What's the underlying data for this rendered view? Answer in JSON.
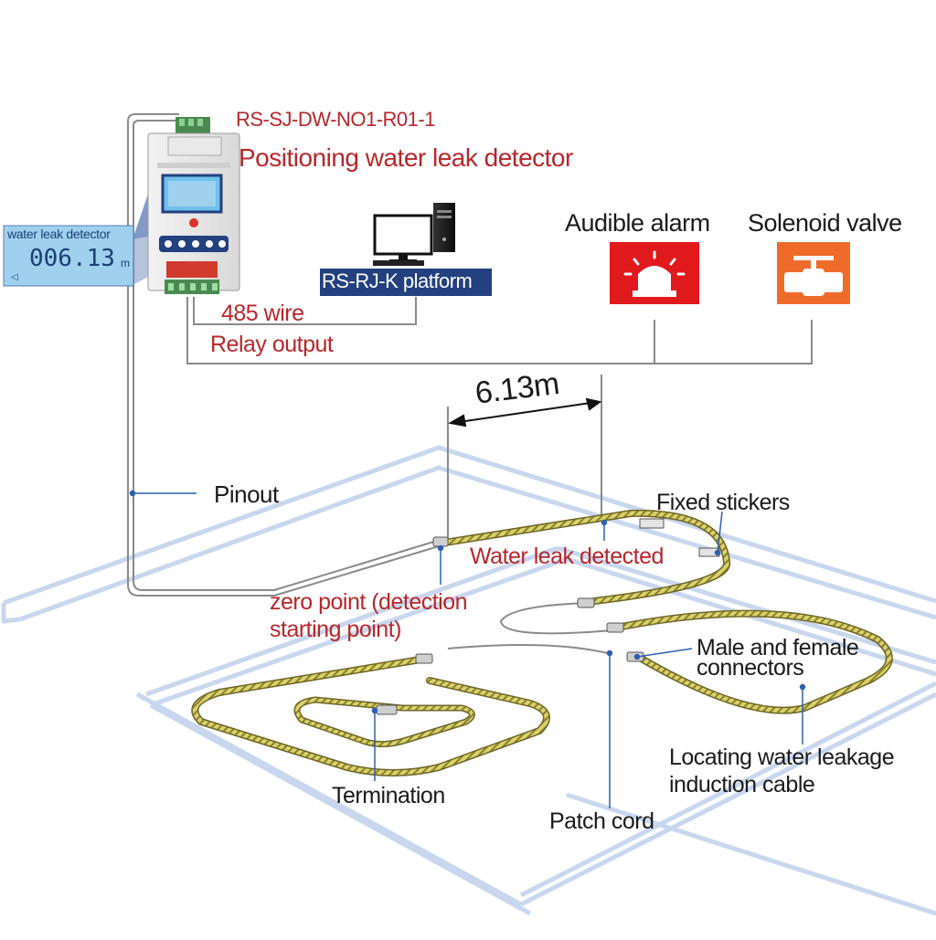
{
  "colors": {
    "label_red": "#b8262a",
    "label_black": "#1a1a1a",
    "floor_lines": "#c9d7ee",
    "sensor_cable": "#d9d36a",
    "wire_gray": "#8a8a8a",
    "leader_blue": "#2f5fb3",
    "alarm_red": "#e0191c",
    "valve_orange": "#ef6b2a",
    "platform_navy": "#23407f",
    "lcd_blue": "#9fd1ef"
  },
  "device": {
    "model": "RS-SJ-DW-NO1-R01-1",
    "name": "Positioning water leak detector",
    "zoom_title": "water leak detector",
    "zoom_reading": "006.13",
    "zoom_unit": "m",
    "icon": "water-leak-detector-device"
  },
  "platform": {
    "label": "RS-RJ-K platform",
    "icon": "desktop-computer-icon"
  },
  "outputs": [
    {
      "label": "Audible alarm",
      "icon": "alarm-siren-icon",
      "color": "#e0191c"
    },
    {
      "label": "Solenoid valve",
      "icon": "solenoid-valve-icon",
      "color": "#ef6b2a"
    }
  ],
  "wires": {
    "rs485": "485 wire",
    "relay": "Relay output",
    "pinout": "Pinout"
  },
  "measurement": {
    "distance": "6.13m"
  },
  "cable_labels": {
    "fixed_stickers": "Fixed stickers",
    "leak_detected": "Water leak detected",
    "zero_point_line1": "zero point (detection",
    "zero_point_line2": "starting point)",
    "connectors_line1": "Male and female",
    "connectors_line2": "connectors",
    "cable_line1": "Locating water leakage",
    "cable_line2": "induction cable",
    "termination": "Termination",
    "patch_cord": "Patch cord"
  }
}
